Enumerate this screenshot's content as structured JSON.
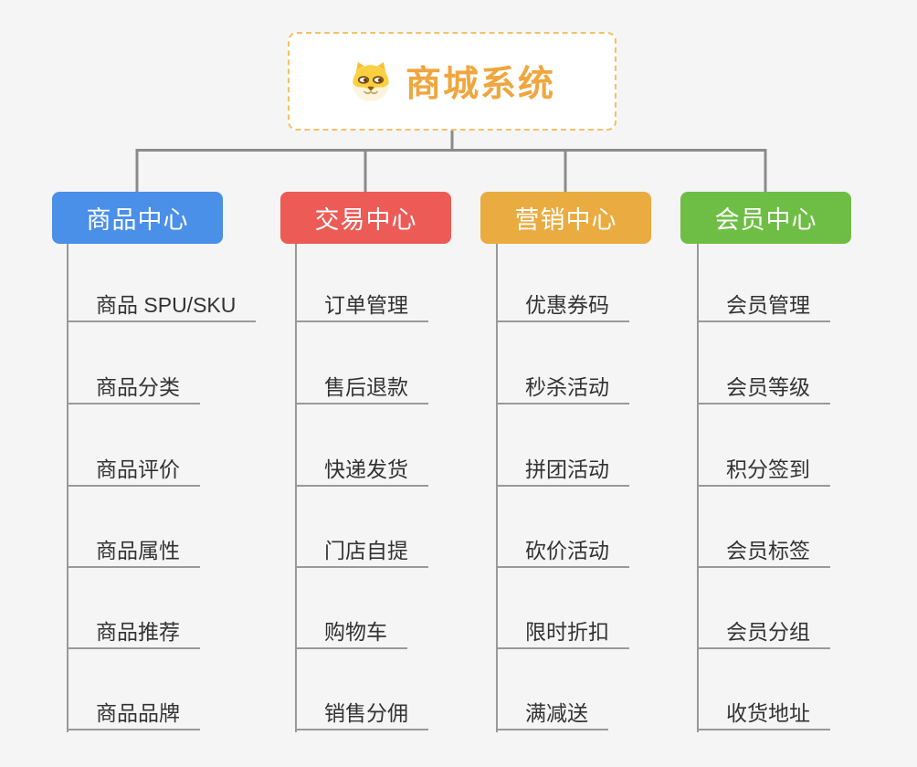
{
  "root": {
    "title": "商城系统",
    "title_color": "#F0A63E",
    "border_color": "#F3C069",
    "icon": "dog-face-icon"
  },
  "connector_color": "#8B8B8B",
  "branches": [
    {
      "label": "商品中心",
      "color": "#4A8FE8",
      "items": [
        "商品 SPU/SKU",
        "商品分类",
        "商品评价",
        "商品属性",
        "商品推荐",
        "商品品牌"
      ]
    },
    {
      "label": "交易中心",
      "color": "#EC5B56",
      "items": [
        "订单管理",
        "售后退款",
        "快递发货",
        "门店自提",
        "购物车",
        "销售分佣"
      ]
    },
    {
      "label": "营销中心",
      "color": "#EAAB40",
      "items": [
        "优惠券码",
        "秒杀活动",
        "拼团活动",
        "砍价活动",
        "限时折扣",
        "满减送"
      ]
    },
    {
      "label": "会员中心",
      "color": "#6EBE45",
      "items": [
        "会员管理",
        "会员等级",
        "积分签到",
        "会员标签",
        "会员分组",
        "收货地址"
      ]
    }
  ]
}
